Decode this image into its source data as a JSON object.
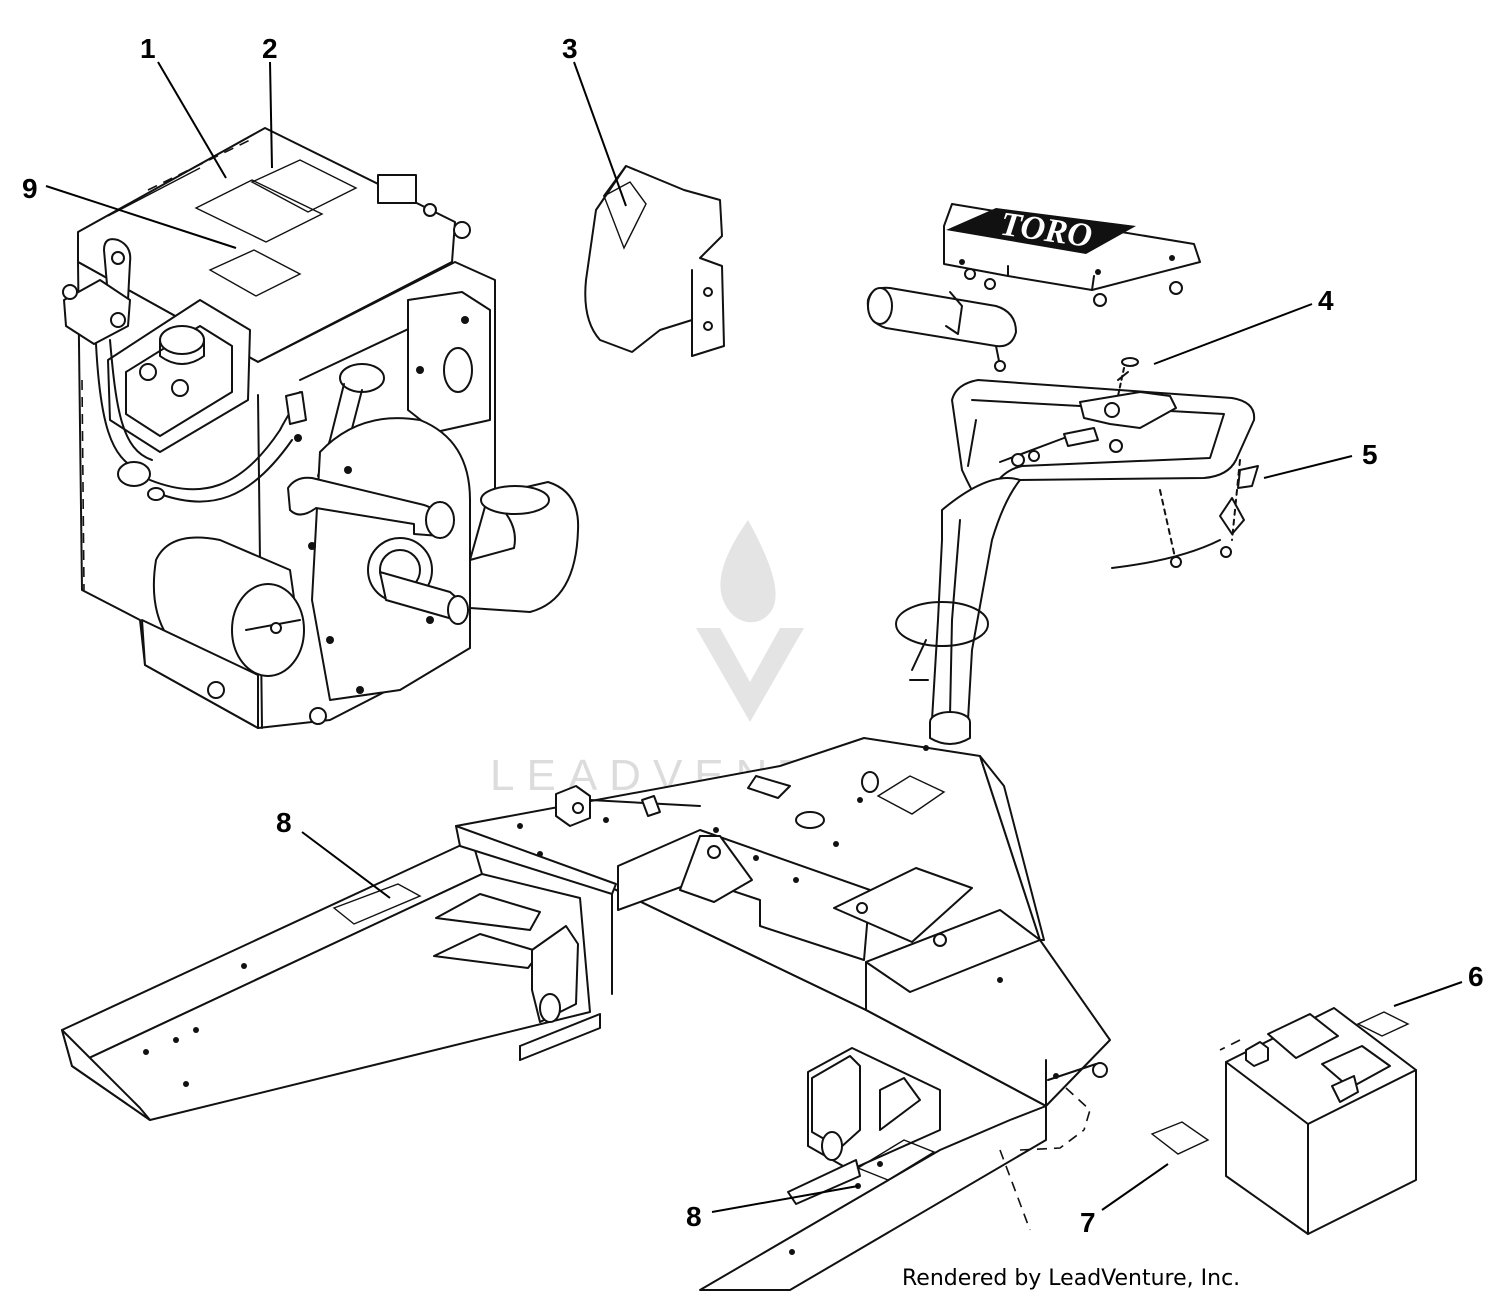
{
  "callouts": [
    {
      "id": "c1",
      "label": "1"
    },
    {
      "id": "c2",
      "label": "2"
    },
    {
      "id": "c3",
      "label": "3"
    },
    {
      "id": "c4",
      "label": "4"
    },
    {
      "id": "c5",
      "label": "5"
    },
    {
      "id": "c6",
      "label": "6"
    },
    {
      "id": "c7",
      "label": "7"
    },
    {
      "id": "c8a",
      "label": "8"
    },
    {
      "id": "c8b",
      "label": "8"
    },
    {
      "id": "c9",
      "label": "9"
    }
  ],
  "brand_plate": {
    "text": "TORO"
  },
  "watermark": {
    "text": "LEADVENTURE"
  },
  "credit": "Rendered by LeadVenture, Inc.",
  "colors": {
    "line": "#111111",
    "background": "#ffffff",
    "watermark": "#d9d9d9",
    "plate": "#111111"
  }
}
